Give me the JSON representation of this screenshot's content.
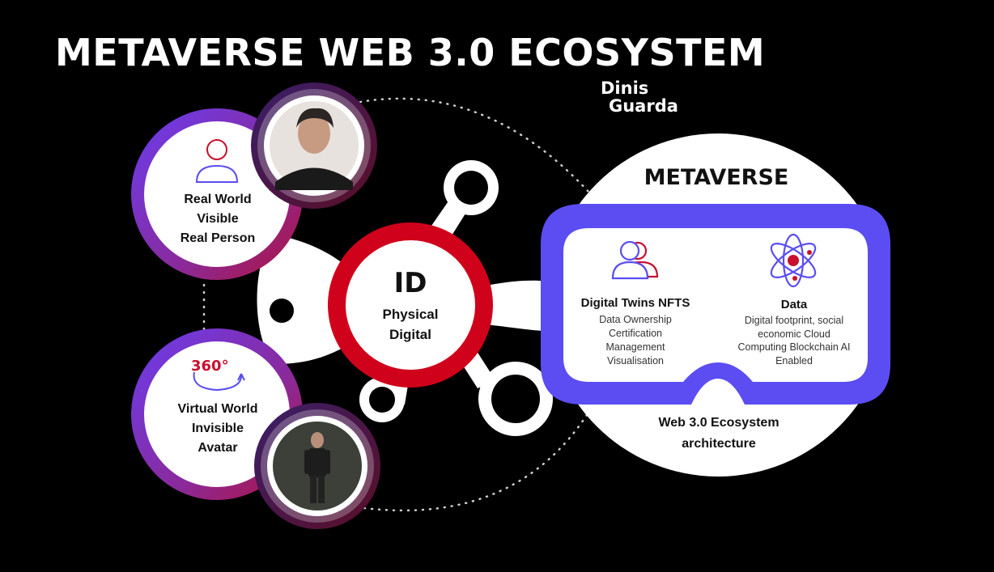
{
  "title": "METAVERSE WEB 3.0 ECOSYSTEM",
  "brand": {
    "line1": "Dinis",
    "line2": "Guarda"
  },
  "real_world": {
    "line1": "Real World",
    "line2": "Visible",
    "line3": "Real Person"
  },
  "virtual_world": {
    "badge": "360°",
    "line1": "Virtual World",
    "line2": "Invisible",
    "line3": "Avatar"
  },
  "id_hub": {
    "main": "ID",
    "line1": "Physical",
    "line2": "Digital"
  },
  "metaverse": {
    "title": "METAVERSE",
    "digital_twins": {
      "title": "Digital Twins NFTS",
      "lines": [
        "Data Ownership",
        "Certification",
        "Management",
        "Visualisation"
      ]
    },
    "data": {
      "title": "Data",
      "lines": [
        "Digital footprint, social",
        "economic Cloud",
        "Computing Blockchain AI",
        "Enabled"
      ]
    },
    "footer": {
      "line1": "Web 3.0 Ecosystem",
      "line2": "architecture"
    }
  },
  "colors": {
    "background": "#000000",
    "accent_red": "#d0021b",
    "accent_blue": "#5b4df2",
    "ring_gradient_start": "#6a3df0",
    "ring_gradient_end": "#b0123a",
    "white": "#ffffff"
  },
  "icons": {
    "real_world": "person-icon",
    "virtual_world": "rotate-360-icon",
    "digital_twins": "users-icon",
    "data": "atom-icon"
  }
}
